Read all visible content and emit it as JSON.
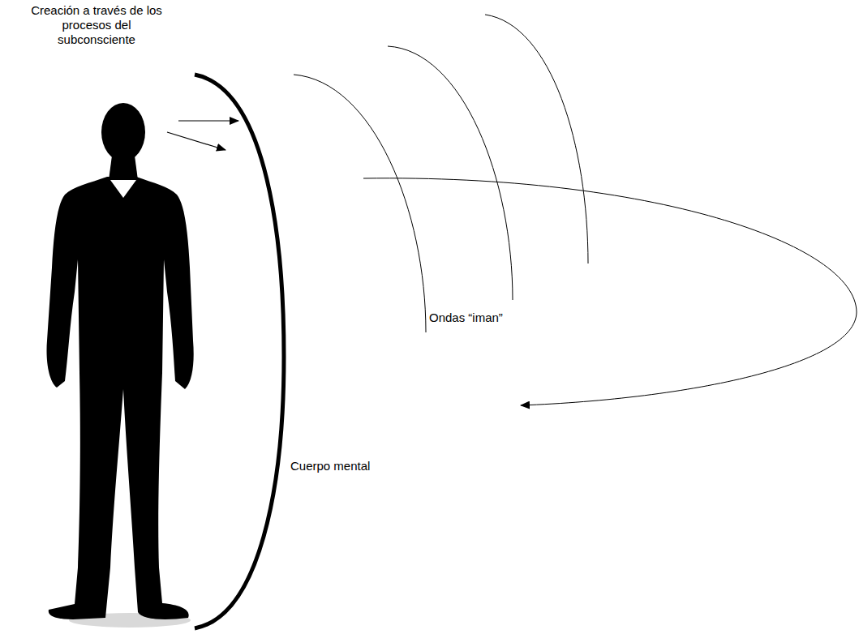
{
  "diagram": {
    "labels": [
      "Creación a través de los procesos del subconsciente",
      "Ondas “iman”",
      "Cuerpo mental"
    ]
  }
}
